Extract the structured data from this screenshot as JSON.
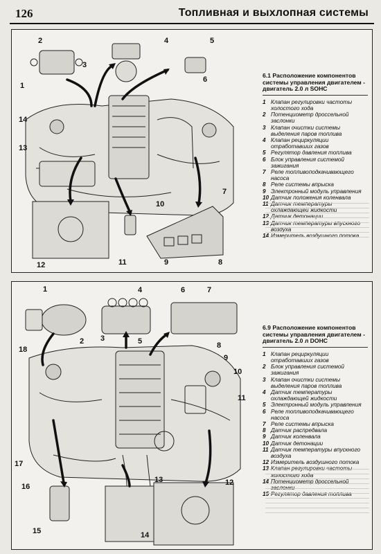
{
  "header": {
    "page_number": "126",
    "title": "Топливная и выхлопная системы"
  },
  "figure1": {
    "title": "6.1 Расположение компонентов системы управления двигателем - двигатель 2.0 л SOHC",
    "callouts": [
      "1",
      "2",
      "3",
      "4",
      "5",
      "6",
      "7",
      "8",
      "9",
      "10",
      "11",
      "12",
      "13",
      "14"
    ],
    "legend": [
      {
        "num": "1",
        "text": "Клапан регулировки частоты холостого хода"
      },
      {
        "num": "2",
        "text": "Потенциометр дроссельной заслонки"
      },
      {
        "num": "3",
        "text": "Клапан очистки системы выделения паров топлива"
      },
      {
        "num": "4",
        "text": "Клапан рециркуляции отработавших газов"
      },
      {
        "num": "5",
        "text": "Регулятор давления топлива"
      },
      {
        "num": "6",
        "text": "Блок управления системой зажигания"
      },
      {
        "num": "7",
        "text": "Реле топливоподкачивающего насоса"
      },
      {
        "num": "8",
        "text": "Реле системы впрыска"
      },
      {
        "num": "9",
        "text": "Электронный модуль управления"
      },
      {
        "num": "10",
        "text": "Датчик положения коленвала"
      },
      {
        "num": "11",
        "text": "Датчик температуры охлаждающей жидкости"
      },
      {
        "num": "12",
        "text": "Датчик детонации"
      },
      {
        "num": "13",
        "text": "Датчик температуры впускного воздуха"
      },
      {
        "num": "14",
        "text": "Измеритель воздушного потока"
      }
    ]
  },
  "figure2": {
    "title": "6.9 Расположение компонентов системы управления двигателем - двигатель 2.0 л DOHC",
    "callouts": [
      "1",
      "2",
      "3",
      "4",
      "5",
      "6",
      "7",
      "8",
      "9",
      "10",
      "11",
      "12",
      "13",
      "14",
      "15",
      "16",
      "17",
      "18"
    ],
    "legend": [
      {
        "num": "1",
        "text": "Клапан рециркуляции отработавших газов"
      },
      {
        "num": "2",
        "text": "Блок управления системой зажигания"
      },
      {
        "num": "3",
        "text": "Клапан очистки системы выделения паров топлива"
      },
      {
        "num": "4",
        "text": "Датчик температуры охлаждающей жидкости"
      },
      {
        "num": "5",
        "text": "Электронный модуль управления"
      },
      {
        "num": "6",
        "text": "Реле топливоподкачивающего насоса"
      },
      {
        "num": "7",
        "text": "Реле системы впрыска"
      },
      {
        "num": "8",
        "text": "Датчик распредвала"
      },
      {
        "num": "9",
        "text": "Датчик коленвала"
      },
      {
        "num": "10",
        "text": "Датчик детонации"
      },
      {
        "num": "11",
        "text": "Датчик температуры впускного воздуха"
      },
      {
        "num": "12",
        "text": "Измеритель воздушного потока"
      },
      {
        "num": "13",
        "text": "Клапан регулировки частоты холостого хода"
      },
      {
        "num": "14",
        "text": "Потенциометр дроссельной заслонки"
      },
      {
        "num": "15",
        "text": "Регулятор давления топлива"
      }
    ]
  }
}
